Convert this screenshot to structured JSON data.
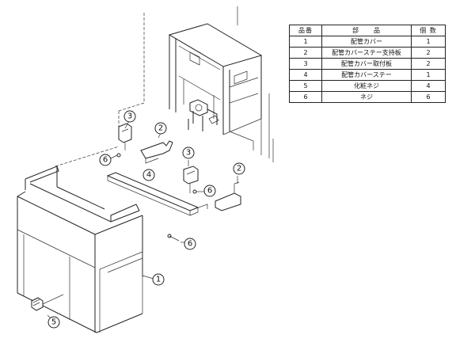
{
  "table": {
    "headers": {
      "no": "品番",
      "name": "部　　品",
      "qty": "個 数"
    },
    "rows": [
      {
        "no": "1",
        "name": "配管カバー",
        "qty": "1"
      },
      {
        "no": "2",
        "name": "配管カバーステー支持板",
        "qty": "2"
      },
      {
        "no": "3",
        "name": "配管カバー取付板",
        "qty": "2"
      },
      {
        "no": "4",
        "name": "配管カバーステー",
        "qty": "1"
      },
      {
        "no": "5",
        "name": "化粧ネジ",
        "qty": "4"
      },
      {
        "no": "6",
        "name": "ネジ",
        "qty": "6"
      }
    ]
  },
  "callouts": {
    "c1": "1",
    "c2a": "2",
    "c2b": "2",
    "c3a": "3",
    "c3b": "3",
    "c4": "4",
    "c5": "5",
    "c6a": "6",
    "c6b": "6",
    "c6c": "6"
  }
}
